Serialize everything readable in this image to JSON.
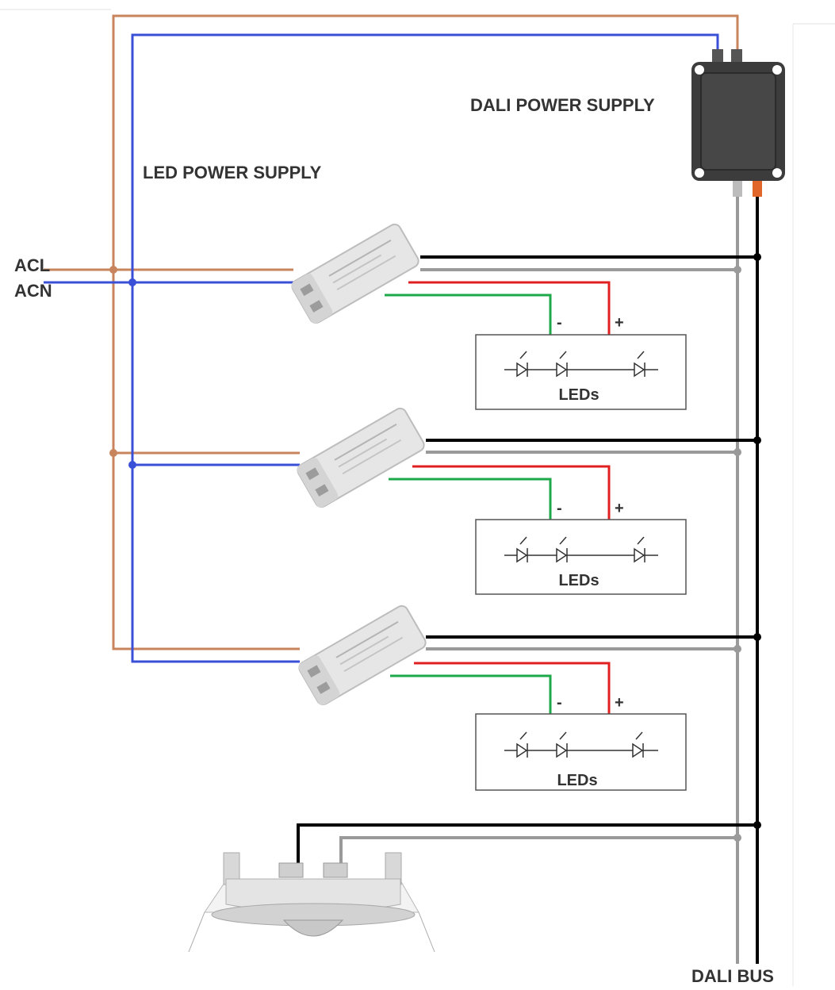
{
  "labels": {
    "dali_power_supply": "DALI POWER SUPPLY",
    "led_power_supply": "LED POWER SUPPLY",
    "acl": "ACL",
    "acn": "ACN",
    "dali_bus": "DALI BUS"
  },
  "led_modules": [
    {
      "label": "LEDs",
      "minus": "-",
      "plus": "+"
    },
    {
      "label": "LEDs",
      "minus": "-",
      "plus": "+"
    },
    {
      "label": "LEDs",
      "minus": "-",
      "plus": "+"
    }
  ],
  "colors": {
    "acl_wire": "#c8845c",
    "acn_wire": "#3a4fd8",
    "dali_black": "#000000",
    "dali_gray": "#9a9a9a",
    "led_plus": "#e02020",
    "led_minus": "#1fa84a",
    "device_body": "#e6e6e6",
    "psu_body": "#3c3c3c"
  }
}
